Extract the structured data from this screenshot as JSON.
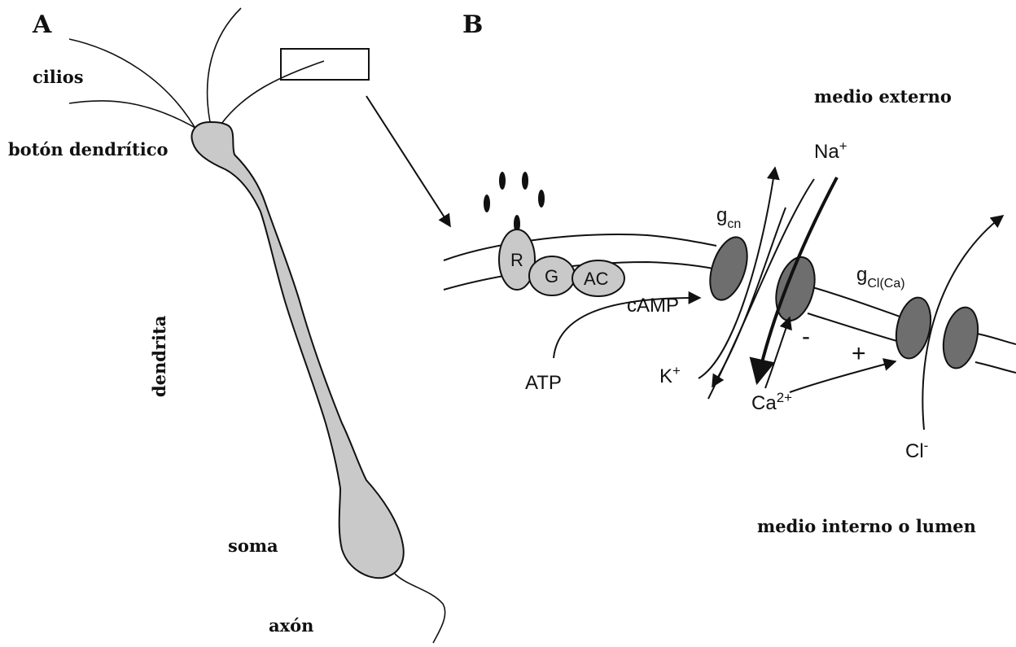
{
  "panel_a": {
    "label": "A",
    "cilia_label": "cilios",
    "knob_label": "botón dendrítico",
    "dendrite_label": "dendrita",
    "soma_label": "soma",
    "axon_label": "axón"
  },
  "panel_b": {
    "label": "B",
    "external_label": "medio externo",
    "internal_label": "medio interno o lumen",
    "receptor": "R",
    "gprotein": "G",
    "adenylyl": "AC",
    "camp": "cAMP",
    "atp": "ATP",
    "gcn": {
      "base": "g",
      "sub": "cn"
    },
    "gcl": {
      "base": "g",
      "sub": "Cl(Ca)"
    },
    "na": {
      "base": "Na",
      "sup": "+"
    },
    "k": {
      "base": "K",
      "sup": "+"
    },
    "ca": {
      "base": "Ca",
      "sup": "2+"
    },
    "cl": {
      "base": "Cl",
      "sup": "-"
    },
    "minus": "-",
    "plus": "+"
  }
}
